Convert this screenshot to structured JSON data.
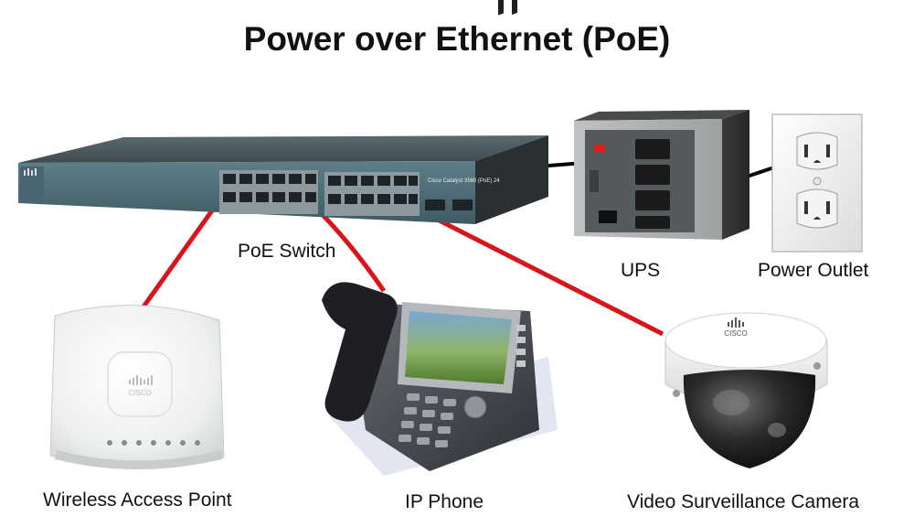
{
  "diagram": {
    "title": "Power over Ethernet (PoE)",
    "switch_model_text": "Cisco Catalyst 3560 (PoE) 24",
    "logo_text": "CISCO",
    "colors": {
      "poe_cable": "#d9141a",
      "power_cable": "#000000",
      "switch_body": "#4f6f78"
    },
    "labels": {
      "switch": "PoE Switch",
      "ups": "UPS",
      "outlet": "Power Outlet",
      "access_point": "Wireless Access Point",
      "phone": "IP Phone",
      "camera": "Video Surveillance Camera"
    },
    "connections": [
      {
        "from": "switch",
        "to": "access_point",
        "type": "poe"
      },
      {
        "from": "switch",
        "to": "phone",
        "type": "poe"
      },
      {
        "from": "switch",
        "to": "camera",
        "type": "poe"
      },
      {
        "from": "switch",
        "to": "ups",
        "type": "power"
      },
      {
        "from": "ups",
        "to": "outlet",
        "type": "power"
      }
    ]
  }
}
